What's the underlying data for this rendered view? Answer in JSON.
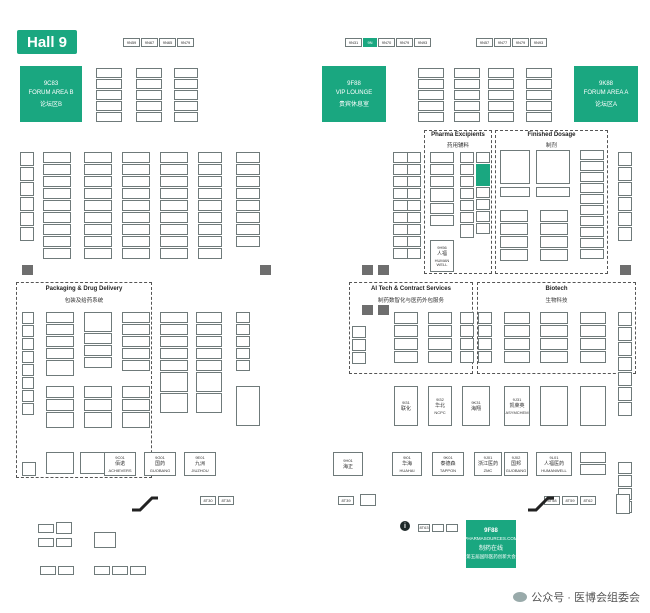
{
  "hall": "Hall 9",
  "forums": {
    "left": {
      "code": "9C83",
      "name": "FORUM AREA B",
      "cn": "论坛区B"
    },
    "vip": {
      "code": "9F88",
      "name": "VIP LOUNGE",
      "cn": "贵宾休息室"
    },
    "right": {
      "code": "9K88",
      "name": "FORUM AREA A",
      "cn": "论坛区A"
    }
  },
  "top_booths_left": [
    "9N59",
    "9N67",
    "9N65",
    "9N79"
  ],
  "top_booths_right_a": [
    "9N31",
    "9N",
    "9N70",
    "9N79",
    "9N93"
  ],
  "top_booths_right_b": [
    "9N57",
    "9N77",
    "9N79",
    "9N93"
  ],
  "zones": {
    "pharma_excipients": {
      "en": "Pharma Excipients",
      "cn": "药用辅料"
    },
    "finished_dosage": {
      "en": "Finished Dosage",
      "cn": "制剂"
    },
    "packaging": {
      "en": "Packaging & Drug Delivery",
      "cn": "包装及给药系统"
    },
    "ai_tech": {
      "en": "AI Tech & Contract Services",
      "cn": "制药数智化与医药外包服务"
    },
    "biotech": {
      "en": "Biotech",
      "cn": "生物科技"
    }
  },
  "companies": [
    {
      "code": "9C01",
      "name": "佰诺",
      "en": "ACHIEVERS"
    },
    {
      "code": "9G01",
      "name": "国药",
      "en": "GUOBANG"
    },
    {
      "code": "9E01",
      "name": "九洲",
      "en": "JIUZHOU"
    },
    {
      "code": "9H01",
      "name": "海正",
      "en": "HISUN"
    },
    {
      "code": "9I01",
      "name": "华海",
      "en": "HUAHAI"
    },
    {
      "code": "9K01",
      "name": "泰德森",
      "en": "TAPPON"
    },
    {
      "code": "9J01",
      "name": "浙江医药",
      "en": "ZMC"
    },
    {
      "code": "9J02",
      "name": "国邦",
      "en": "GUOBANG"
    },
    {
      "code": "9L01",
      "name": "人福医药",
      "en": "HUMANWELL"
    },
    {
      "code": "9H56",
      "name": "人福",
      "en": "HUMAN WELL"
    },
    {
      "code": "9I31",
      "name": "联化",
      "en": ""
    },
    {
      "code": "9I32",
      "name": "华北",
      "en": "NCPC"
    },
    {
      "code": "9K31",
      "name": "海翔",
      "en": ""
    },
    {
      "code": "9J31",
      "name": "凯莱英",
      "en": "ASYMCHEM"
    }
  ],
  "lower_booths": [
    "8T30",
    "8T38",
    "8T39",
    "8T58",
    "8T59",
    "8T62",
    "8T63"
  ],
  "info_booth": {
    "code": "9F88",
    "lines": [
      "PHARMASOURCES.COM",
      "制药在线",
      "第五届国际医药创新大会"
    ]
  },
  "watermark": "公众号 · 医博会组委会",
  "colors": {
    "accent": "#1aa780",
    "grey": "#6e6e6e",
    "border": "#555555"
  }
}
